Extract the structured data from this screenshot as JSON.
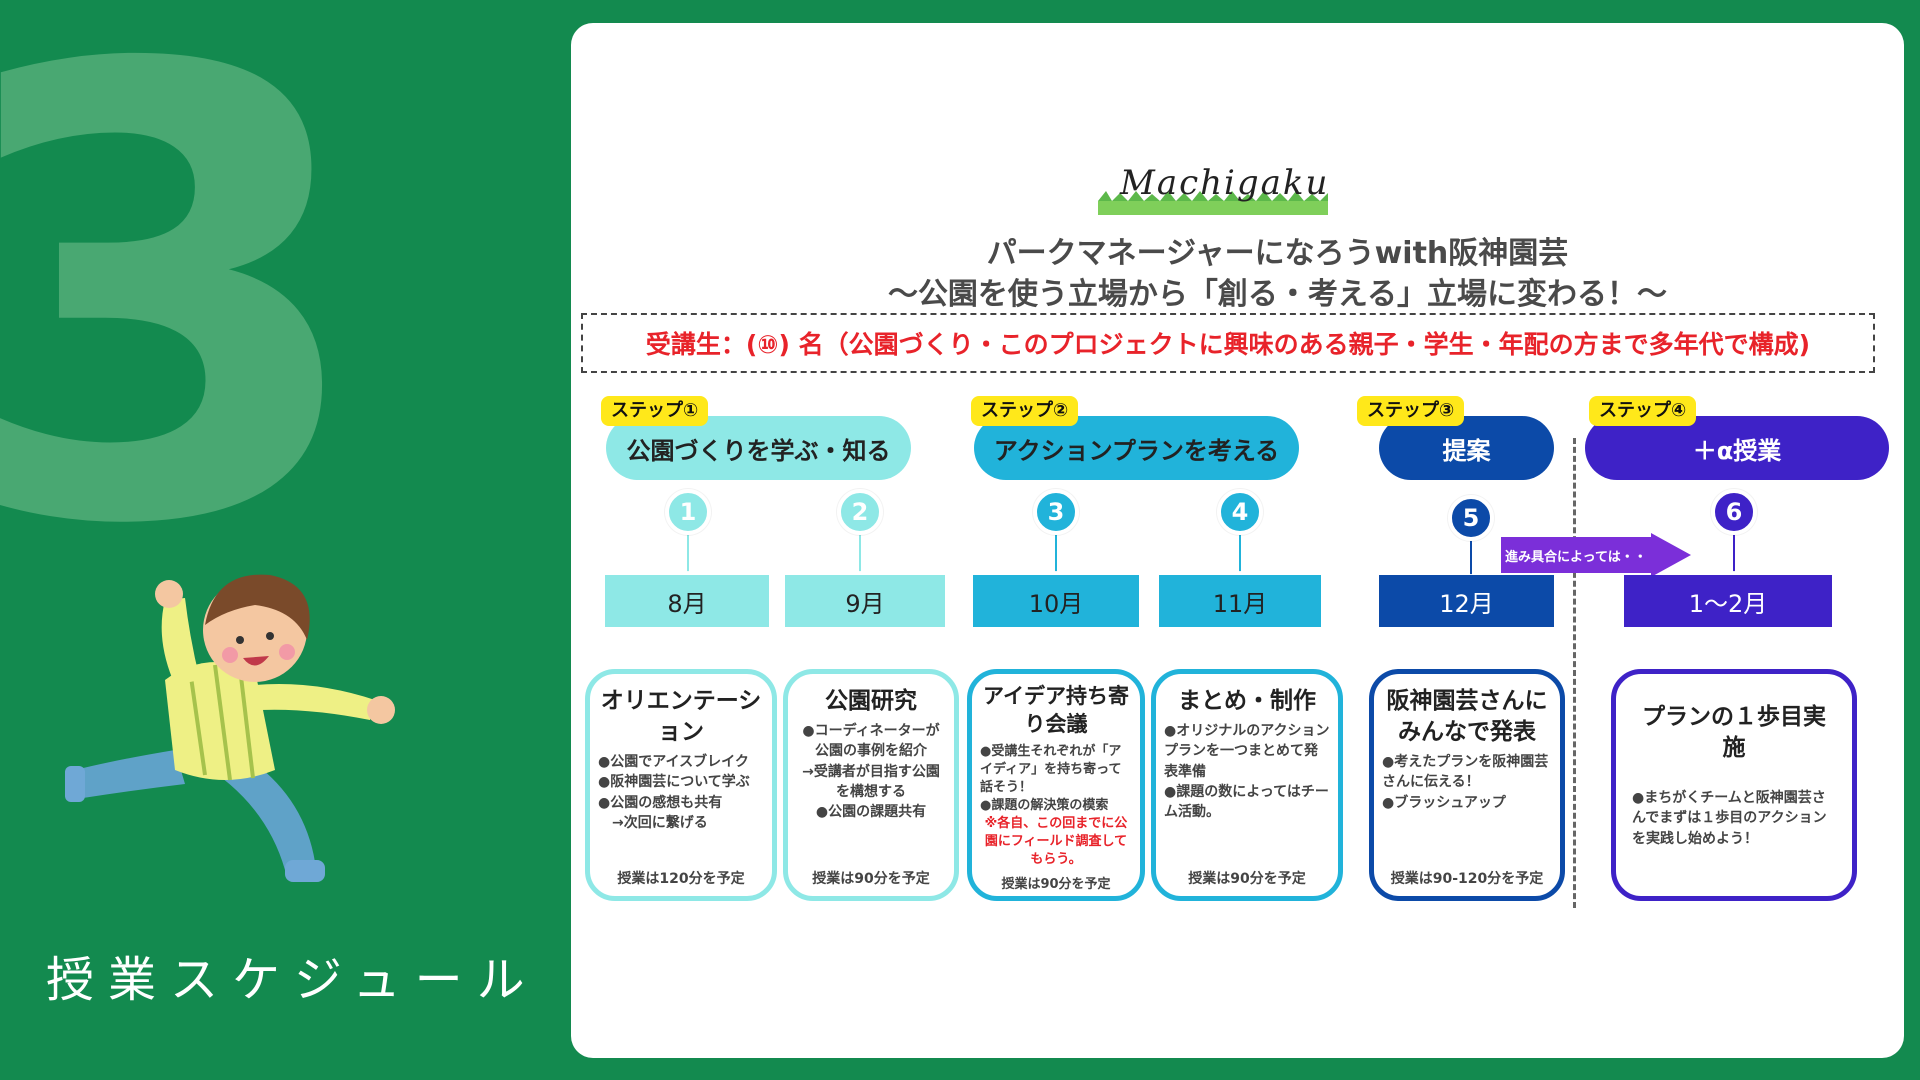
{
  "sidebar": {
    "number": "3",
    "title": "授業スケジュール"
  },
  "logo": {
    "text": "Machigaku"
  },
  "header": {
    "title": "パークマネージャーになろうwith阪神園芸",
    "subtitle": "〜公園を使う立場から「創る・考える」立場に変わる！〜",
    "participants": "受講生：(⑩) 名（公園づくり・このプロジェクトに興味のある親子・学生・年配の方まで多年代で構成)"
  },
  "steps": [
    {
      "tag": "ステップ①",
      "label": "公園づくりを学ぶ・知る",
      "color": "#8ee8e6",
      "text_color": "#222222"
    },
    {
      "tag": "ステップ②",
      "label": "アクションプランを考える",
      "color": "#21b3da",
      "text_color": "#222222"
    },
    {
      "tag": "ステップ③",
      "label": "提案",
      "color": "#0c4aa8",
      "text_color": "#ffffff"
    },
    {
      "tag": "ステップ④",
      "label": "＋α授業",
      "color": "#3e22c7",
      "text_color": "#ffffff"
    }
  ],
  "sessions": [
    {
      "num": "1",
      "month": "8月",
      "title": "オリエンテーション",
      "body": [
        "●公園でアイスブレイク",
        "●阪神園芸について学ぶ",
        "●公園の感想も共有",
        "　→次回に繋げる"
      ],
      "note": "",
      "foot": "授業は120分を予定"
    },
    {
      "num": "2",
      "month": "9月",
      "title": "公園研究",
      "body": [
        "●コーディネーターが公園の事例を紹介",
        "→受講者が目指す公園を構想する",
        "●公園の課題共有"
      ],
      "note": "",
      "foot": "授業は90分を予定"
    },
    {
      "num": "3",
      "month": "10月",
      "title": "アイデア持ち寄り会議",
      "body": [
        "●受講生それぞれが「アイディア」を持ち寄って話そう！",
        "●課題の解決策の模索"
      ],
      "note": "※各自、この回までに公園にフィールド調査してもらう。",
      "foot": "授業は90分を予定"
    },
    {
      "num": "4",
      "month": "11月",
      "title": "まとめ・制作",
      "body": [
        "●オリジナルのアクションプランを一つまとめて発表準備",
        "●課題の数によってはチーム活動。"
      ],
      "note": "",
      "foot": "授業は90分を予定"
    },
    {
      "num": "5",
      "month": "12月",
      "title": "阪神園芸さんにみんなで発表",
      "body": [
        "●考えたプランを阪神園芸さんに伝える！",
        "●ブラッシュアップ"
      ],
      "note": "",
      "foot": "授業は90-120分を予定"
    },
    {
      "num": "6",
      "month": "1〜2月",
      "title": "プランの１歩目実施",
      "body": [
        "●まちがくチームと阪神園芸さんでまずは１歩目のアクションを実践し始めよう！"
      ],
      "note": "",
      "foot": ""
    }
  ],
  "arrow_label": "進み具合によっては・・"
}
